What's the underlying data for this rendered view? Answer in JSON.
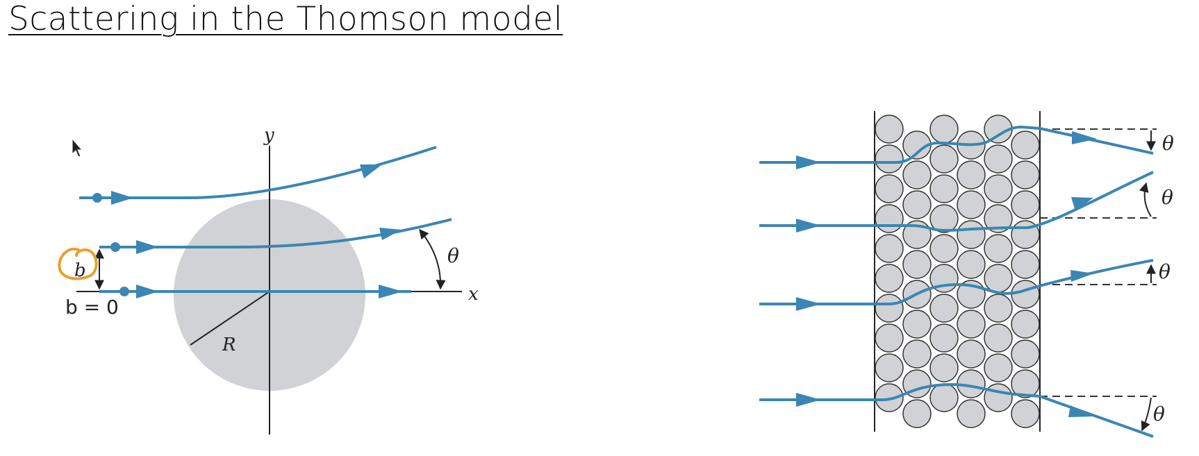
{
  "slide": {
    "title": "Scattering in the Thomson model"
  },
  "left_diagram": {
    "y_axis_label": "y",
    "x_axis_label": "x",
    "angle_label": "θ",
    "radius_label": "R",
    "impact_param_label": "b",
    "zero_impact_label": "b = 0"
  },
  "right_diagram": {
    "angle_labels": [
      "θ",
      "θ",
      "θ",
      "θ"
    ]
  },
  "colors": {
    "trajectory": "#3a86b4",
    "atom_fill": "#d1d2d5",
    "annotation": "#e8a030",
    "axis": "#222222"
  }
}
